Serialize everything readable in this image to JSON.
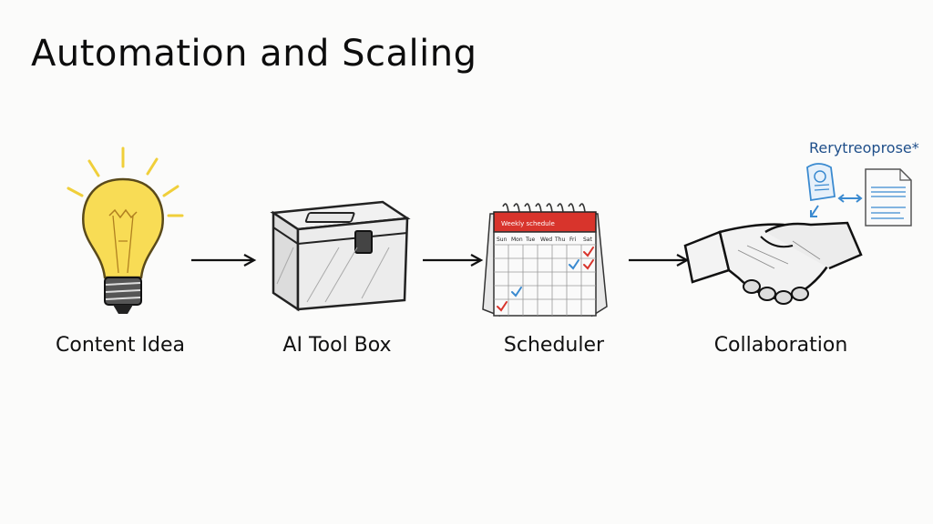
{
  "title": "Automation and Scaling",
  "steps": [
    {
      "label": "Content Idea",
      "icon": "lightbulb-icon"
    },
    {
      "label": "AI Tool Box",
      "icon": "toolbox-icon"
    },
    {
      "label": "Scheduler",
      "icon": "calendar-icon"
    },
    {
      "label": "Collaboration",
      "icon": "handshake-icon"
    }
  ],
  "calendar": {
    "header": "Weekly schedule",
    "days": [
      "Sun",
      "Mon",
      "Tue",
      "Wed",
      "Thu",
      "Fri",
      "Sat"
    ]
  },
  "annotation": "Rerytreoprose*",
  "colors": {
    "bulb_yellow": "#f5d94a",
    "calendar_red": "#d8342c",
    "annotation_blue": "#3a8ad0",
    "ink": "#111111"
  }
}
